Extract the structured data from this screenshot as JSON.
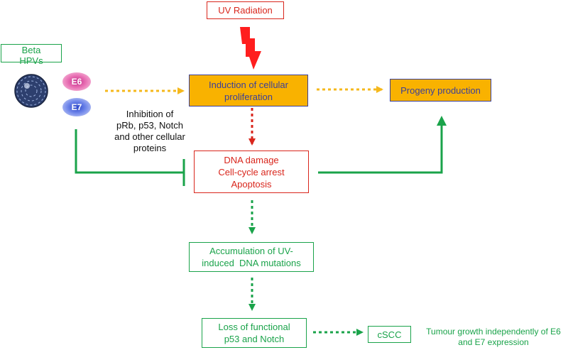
{
  "boxes": {
    "uv_radiation": "UV Radiation",
    "beta_hpvs": "Beta HPVs",
    "induction": [
      "Induction of cellular",
      "proliferation"
    ],
    "progeny": "Progeny production",
    "dna_damage": [
      "DNA damage",
      "Cell-cycle arrest",
      "Apoptosis"
    ],
    "accumulation": [
      "Accumulation of UV-",
      "induced  DNA mutations"
    ],
    "loss": [
      "Loss of functional",
      "p53 and Notch"
    ],
    "cscc": "cSCC"
  },
  "oncoproteins": {
    "e6": "E6",
    "e7": "E7"
  },
  "annotations": {
    "inhibition": [
      "Inhibition of",
      "pRb, p53, Notch",
      "and other cellular",
      "proteins"
    ],
    "tumour_growth": [
      "Tumour growth independently of E6",
      "and E7 expression"
    ]
  },
  "colors": {
    "red": "#d9261c",
    "green": "#1aa34a",
    "orange": "#f9b200",
    "navy": "#3a3f9a",
    "arrow_yellow": "#f5b81c",
    "bolt": "#ff1e1e"
  }
}
